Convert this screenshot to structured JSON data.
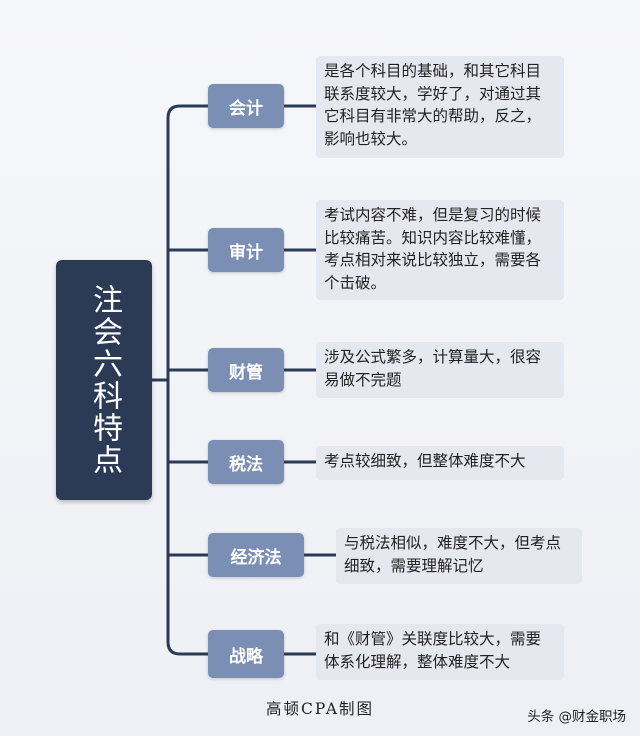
{
  "root": {
    "title": "注会六科特点"
  },
  "branches": [
    {
      "label": "会计",
      "desc": "是各个科目的基础，和其它科目联系度较大，学好了，对通过其它科目有非常大的帮助，反之，影响也较大。"
    },
    {
      "label": "审计",
      "desc": "考试内容不难，但是复习的时候比较痛苦。知识内容比较难懂，考点相对来说比较独立，需要各个击破。"
    },
    {
      "label": "财管",
      "desc": "涉及公式繁多，计算量大，很容易做不完题"
    },
    {
      "label": "税法",
      "desc": "考点较细致，但整体难度不大"
    },
    {
      "label": "经济法",
      "desc": "与税法相似，难度不大，但考点细致，需要理解记忆"
    },
    {
      "label": "战略",
      "desc": "和《财管》关联度比较大，需要体系化理解，整体难度不大"
    }
  ],
  "caption": "高顿CPA制图",
  "watermark": "头条 @财金职场",
  "colors": {
    "root": "#2b3a55",
    "node": "#7b8fb5",
    "desc_bg": "#e5e8ee",
    "line": "#2b3a55"
  }
}
